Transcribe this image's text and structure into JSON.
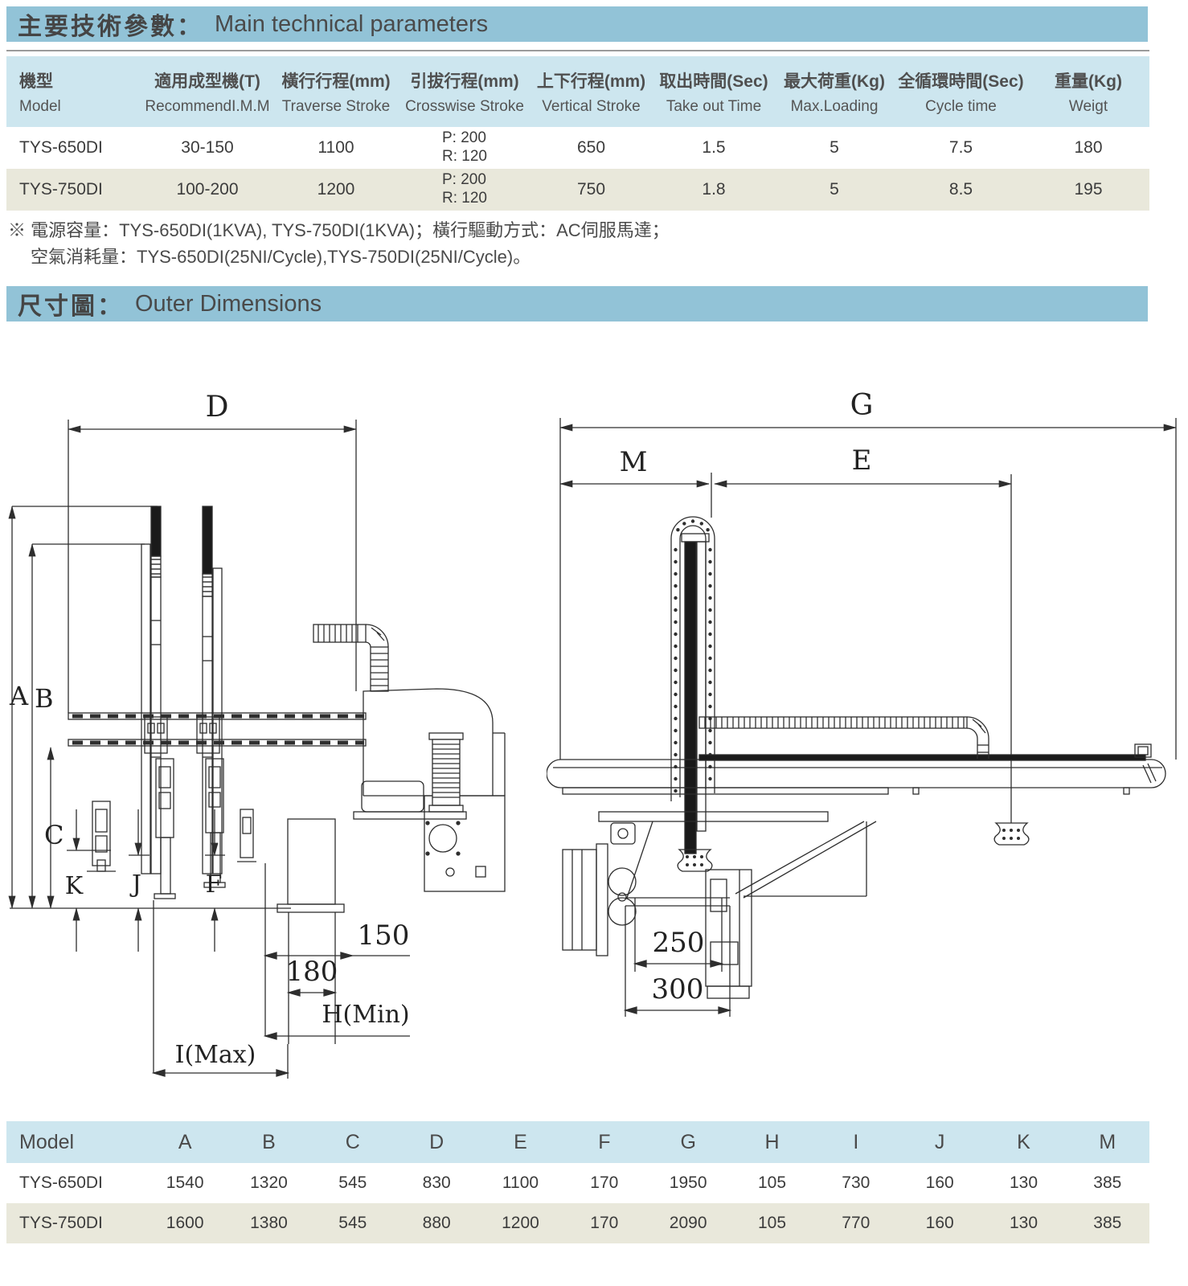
{
  "colors": {
    "band_bg": "#92c3d7",
    "table_header_bg": "#cde6ef",
    "row_alt_bg": "#e9e8db",
    "text": "#474747",
    "line": "#2e2e2e"
  },
  "section_parameters": {
    "title_zh": "主要技術參數：",
    "title_en": "Main technical parameters"
  },
  "spec_table": {
    "columns": [
      {
        "zh": "機型",
        "en": "Model"
      },
      {
        "zh": "適用成型機(T)",
        "en": "RecommendI.M.M"
      },
      {
        "zh": "橫行行程(mm)",
        "en": "Traverse Stroke"
      },
      {
        "zh": "引拔行程(mm)",
        "en": "Crosswise Stroke"
      },
      {
        "zh": "上下行程(mm)",
        "en": "Vertical Stroke"
      },
      {
        "zh": "取出時間(Sec)",
        "en": "Take out Time"
      },
      {
        "zh": "最大荷重(Kg)",
        "en": "Max.Loading"
      },
      {
        "zh": "全循環時間(Sec)",
        "en": "Cycle time"
      },
      {
        "zh": "重量(Kg)",
        "en": "Weigt"
      }
    ],
    "rows": [
      [
        "TYS-650DI",
        "30-150",
        "1100",
        "P: 200\nR: 120",
        "650",
        "1.5",
        "5",
        "7.5",
        "180"
      ],
      [
        "TYS-750DI",
        "100-200",
        "1200",
        "P: 200\nR: 120",
        "750",
        "1.8",
        "5",
        "8.5",
        "195"
      ]
    ]
  },
  "notes": {
    "line1": "※ 電源容量：TYS-650DI(1KVA), TYS-750DI(1KVA)；橫行驅動方式：AC伺服馬達；",
    "line2": "空氣消耗量：TYS-650DI(25NI/Cycle),TYS-750DI(25NI/Cycle)。"
  },
  "section_dimensions": {
    "title_zh": "尺寸圖：",
    "title_en": "Outer Dimensions"
  },
  "drawings": {
    "front_view": {
      "D": "D",
      "A": "A",
      "B": "B",
      "C": "C",
      "K": "K",
      "J": "J",
      "F": "F",
      "dim_150": "150",
      "dim_180": "180",
      "h_min": "H(Min)",
      "i_max": "I(Max)"
    },
    "side_view": {
      "G": "G",
      "M": "M",
      "E": "E",
      "dim_250": "250",
      "dim_300": "300"
    }
  },
  "dims_table": {
    "headers": [
      "Model",
      "A",
      "B",
      "C",
      "D",
      "E",
      "F",
      "G",
      "H",
      "I",
      "J",
      "K",
      "M"
    ],
    "rows": [
      [
        "TYS-650DI",
        "1540",
        "1320",
        "545",
        "830",
        "1100",
        "170",
        "1950",
        "105",
        "730",
        "160",
        "130",
        "385"
      ],
      [
        "TYS-750DI",
        "1600",
        "1380",
        "545",
        "880",
        "1200",
        "170",
        "2090",
        "105",
        "770",
        "160",
        "130",
        "385"
      ]
    ]
  }
}
